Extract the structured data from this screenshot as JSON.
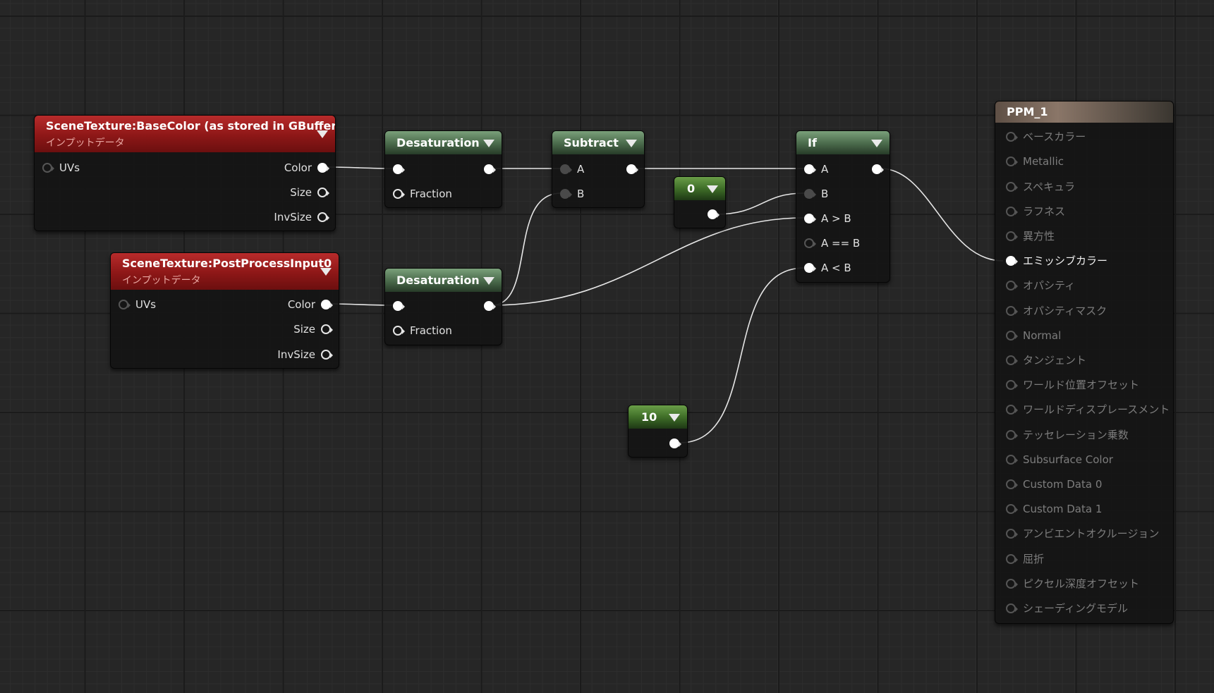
{
  "nodes": {
    "scene_texture_base": {
      "title": "SceneTexture:BaseColor (as stored in GBuffer)",
      "subtitle": "インプットデータ",
      "inputs": [
        "UVs"
      ],
      "outputs": [
        "Color",
        "Size",
        "InvSize"
      ]
    },
    "scene_texture_post": {
      "title": "SceneTexture:PostProcessInput0",
      "subtitle": "インプットデータ",
      "inputs": [
        "UVs"
      ],
      "outputs": [
        "Color",
        "Size",
        "InvSize"
      ]
    },
    "desaturation_1": {
      "title": "Desaturation",
      "fraction_label": "Fraction"
    },
    "desaturation_2": {
      "title": "Desaturation",
      "fraction_label": "Fraction"
    },
    "subtract": {
      "title": "Subtract",
      "inputs": [
        "A",
        "B"
      ]
    },
    "constant_0": {
      "title": "0"
    },
    "constant_10": {
      "title": "10"
    },
    "if_node": {
      "title": "If",
      "inputs": [
        "A",
        "B",
        "A > B",
        "A == B",
        "A < B"
      ]
    },
    "output": {
      "title": "PPM_1",
      "pins": [
        "ベースカラー",
        "Metallic",
        "スペキュラ",
        "ラフネス",
        "異方性",
        "エミッシブカラー",
        "オパシティ",
        "オパシティマスク",
        "Normal",
        "タンジェント",
        "ワールド位置オフセット",
        "ワールドディスプレースメント",
        "テッセレーション乗数",
        "Subsurface Color",
        "Custom Data 0",
        "Custom Data 1",
        "アンビエントオクルージョン",
        "屈折",
        "ピクセル深度オフセット",
        "シェーディングモデル"
      ],
      "active_pin": "エミッシブカラー"
    }
  },
  "colors": {
    "canvas": "#262626",
    "wire": "#e6e6e6",
    "texture_header": "#a11f1f",
    "math_header": "#5d7f5d",
    "constant_header": "#4f8233",
    "output_header": "#7a685a"
  }
}
